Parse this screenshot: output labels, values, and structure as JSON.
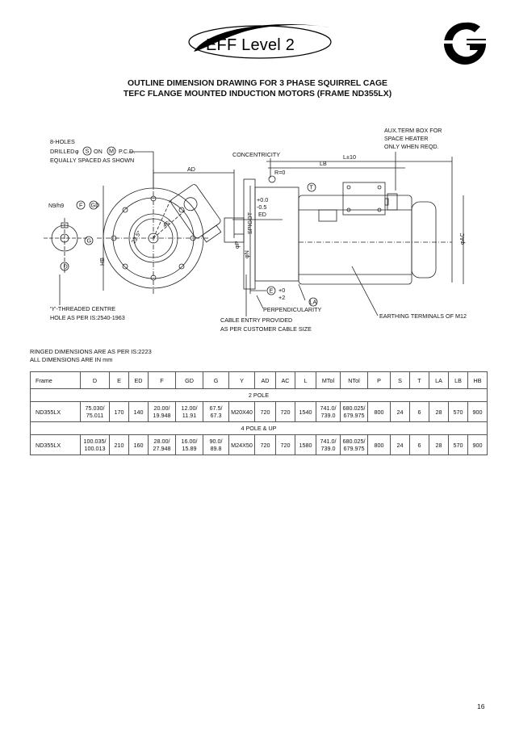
{
  "header": {
    "title": "EFF Level 2"
  },
  "logo": {
    "name": "g-logo-icon"
  },
  "doc_title": {
    "line1": "OUTLINE DIMENSION DRAWING FOR 3 PHASE SQUIRREL CAGE",
    "line2": "TEFC FLANGE MOUNTED INDUCTION MOTORS (FRAME ND355LX)"
  },
  "drawing": {
    "holes_note": {
      "l1": "8-HOLES",
      "l2a": "DRILLED",
      "phi": "φ",
      "s": "S",
      "on": "ON",
      "m": "M",
      "pcd": "P.C.D.",
      "l3": "EQUALLY SPACED AS SHOWN"
    },
    "ad": "AD",
    "hb": "HB",
    "n9h9": "N9/h9",
    "f": "F",
    "gd": "GD",
    "g": "G",
    "d": "D",
    "angle1": "22.5°",
    "angle2": "45°",
    "concentricity": "CONCENTRICITY",
    "r0": "R=0",
    "t": "T",
    "lb": "LB",
    "ltol": "L±10",
    "aux": {
      "l1": "AUX.TERM BOX FOR",
      "l2": "SPACE HEATER",
      "l3": "ONLY WHEN REQD."
    },
    "tol_minus": {
      "a": "+0.0",
      "b": "-0.5"
    },
    "ed": "ED",
    "phin": "φN",
    "phip": "φP",
    "spigot": "SPIGOT",
    "tol_plus": {
      "a": "+0",
      "b": "+2"
    },
    "e": "E",
    "la": "LA",
    "phiac": "φAC",
    "y_note": {
      "l1": "'Y'-THREADED CENTRE",
      "l2": "HOLE AS PER IS:2540-1963"
    },
    "perpendicularity": "PERPENDICULARITY",
    "cable": {
      "l1": "CABLE ENTRY PROVIDED",
      "l2": "AS PER CUSTOMER CABLE SIZE"
    },
    "earthing": "EARTHING TERMINALS OF M12"
  },
  "notes": {
    "l1": "RINGED DIMENSIONS ARE AS PER IS:2223",
    "l2": "ALL DIMENSIONS ARE IN mm"
  },
  "table": {
    "headers": [
      "Frame",
      "D",
      "E",
      "ED",
      "F",
      "GD",
      "G",
      "Y",
      "AD",
      "AC",
      "L",
      "MTol",
      "NTol",
      "P",
      "S",
      "T",
      "LA",
      "LB",
      "HB"
    ],
    "sections": [
      {
        "label": "2 POLE",
        "rows": [
          {
            "frame": "ND355LX",
            "d1": "75.030/",
            "d2": "75.011",
            "e": "170",
            "ed": "140",
            "f1": "20.00/",
            "f2": "19.948",
            "gd1": "12.00/",
            "gd2": "11.91",
            "g1": "67.5/",
            "g2": "67.3",
            "y": "M20X40",
            "ad": "720",
            "ac": "720",
            "l": "1540",
            "m1": "741.0/",
            "m2": "739.0",
            "n1": "680.025/",
            "n2": "679.975",
            "p": "800",
            "s": "24",
            "t": "6",
            "la": "28",
            "lb": "570",
            "hb": "900"
          }
        ]
      },
      {
        "label": "4 POLE & UP",
        "rows": [
          {
            "frame": "ND355LX",
            "d1": "100.035/",
            "d2": "100.013",
            "e": "210",
            "ed": "160",
            "f1": "28.00/",
            "f2": "27.948",
            "gd1": "16.00/",
            "gd2": "15.89",
            "g1": "90.0/",
            "g2": "89.8",
            "y": "M24X50",
            "ad": "720",
            "ac": "720",
            "l": "1580",
            "m1": "741.0/",
            "m2": "739.0",
            "n1": "680.025/",
            "n2": "679.975",
            "p": "800",
            "s": "24",
            "t": "6",
            "la": "28",
            "lb": "570",
            "hb": "900"
          }
        ]
      }
    ]
  },
  "page_number": "16"
}
